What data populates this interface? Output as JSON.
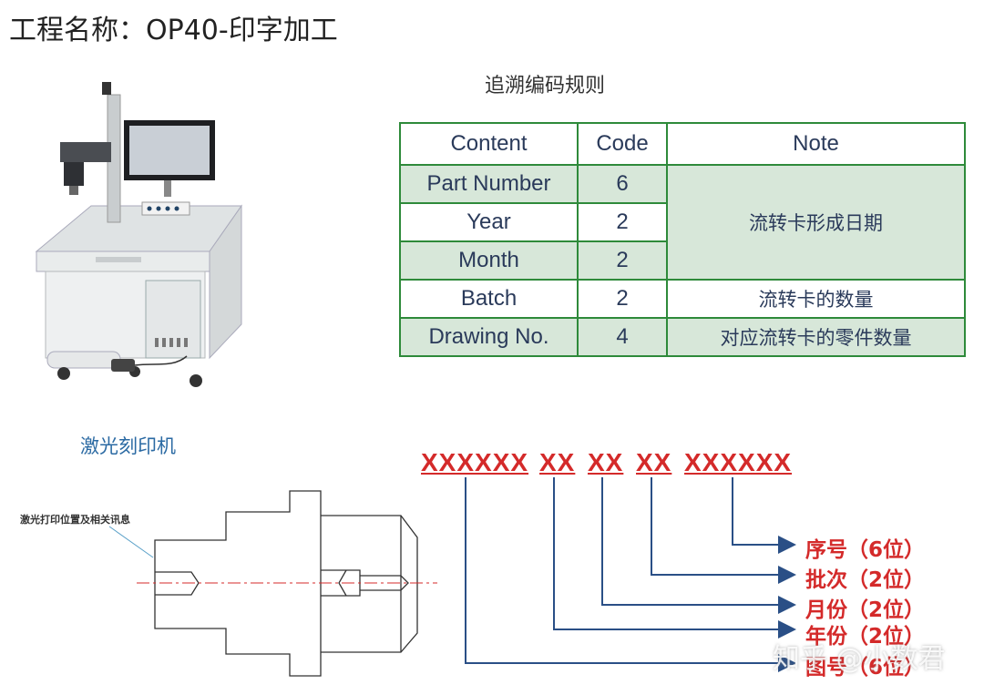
{
  "page_title": "工程名称：OP40-印字加工",
  "table_title": "追溯编码规则",
  "machine_caption": "激光刻印机",
  "table": {
    "headers": [
      "Content",
      "Code",
      "Note"
    ],
    "rows": [
      {
        "content": "Part Number",
        "code": "6"
      },
      {
        "content": "Year",
        "code": "2"
      },
      {
        "content": "Month",
        "code": "2"
      },
      {
        "content": "Batch",
        "code": "2",
        "note": "流转卡的数量"
      },
      {
        "content": "Drawing No.",
        "code": "4",
        "note": "对应流转卡的零件数量"
      }
    ],
    "merged_note": "流转卡形成日期"
  },
  "code_pattern": [
    "XXXXXX",
    "XX",
    "XX",
    "XX",
    "XXXXXX"
  ],
  "code_labels": [
    "序号（6位）",
    "批次（2位）",
    "月份（2位）",
    "年份（2位）",
    "图号（6位）"
  ],
  "drawing_note": "激光打印位置及相关讯息",
  "watermark": "知乎 @小数君",
  "colors": {
    "table_border": "#2e8a3a",
    "table_fill": "#d7e7d9",
    "code_red": "#d42a2a",
    "arrow_blue": "#2a4f86"
  }
}
